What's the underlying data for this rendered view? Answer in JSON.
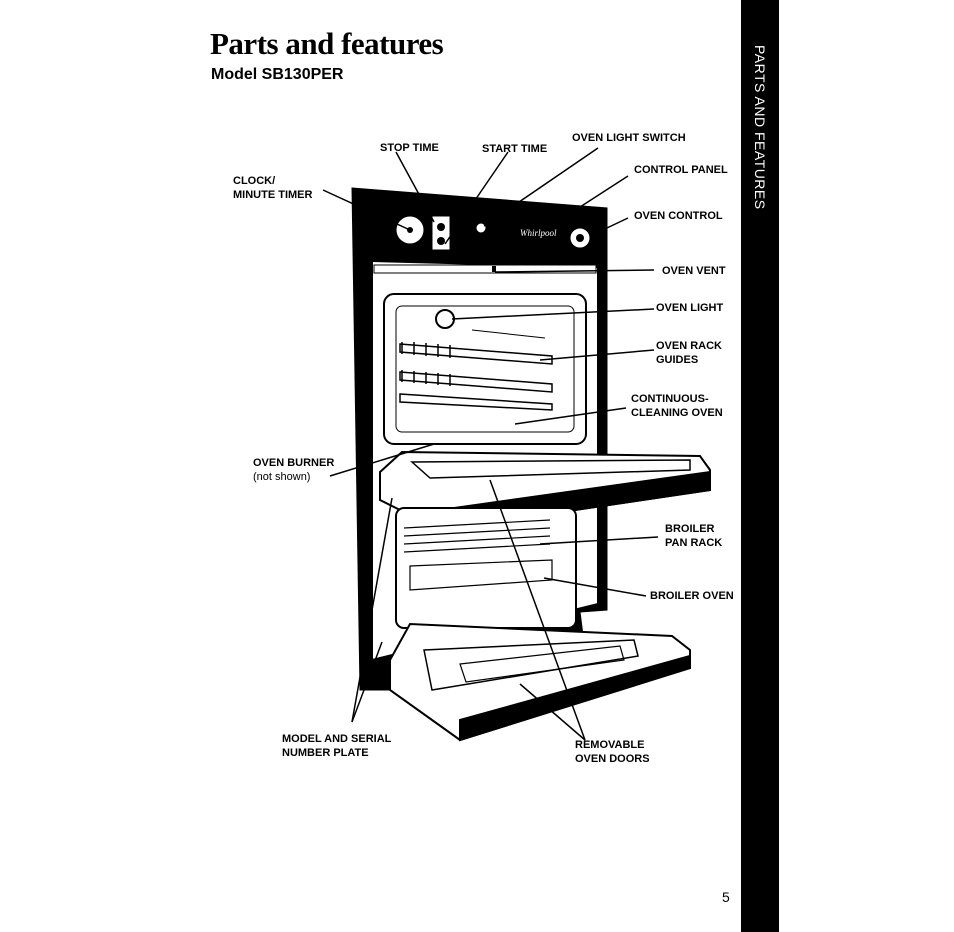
{
  "page": {
    "title": "Parts and features",
    "subtitle": "Model SB130PER",
    "side_tab": "PARTS AND FEATURES",
    "page_number": "5"
  },
  "labels": {
    "stop_time": "STOP TIME",
    "start_time": "START TIME",
    "oven_light_switch": "OVEN LIGHT SWITCH",
    "clock_line1": "CLOCK/",
    "clock_line2": "MINUTE TIMER",
    "control_panel": "CONTROL PANEL",
    "oven_control": "OVEN CONTROL",
    "oven_vent": "OVEN VENT",
    "oven_light": "OVEN LIGHT",
    "oven_rack_line1": "OVEN RACK",
    "oven_rack_line2": "GUIDES",
    "continuous_line1": "CONTINUOUS-",
    "continuous_line2": "CLEANING OVEN",
    "oven_burner_line1": "OVEN BURNER",
    "oven_burner_line2": "(not shown)",
    "broiler_pan_line1": "BROILER",
    "broiler_pan_line2": "PAN RACK",
    "broiler_oven": "BROILER OVEN",
    "model_plate_line1": "MODEL AND SERIAL",
    "model_plate_line2": "NUMBER PLATE",
    "removable_line1": "REMOVABLE",
    "removable_line2": "OVEN DOORS"
  }
}
